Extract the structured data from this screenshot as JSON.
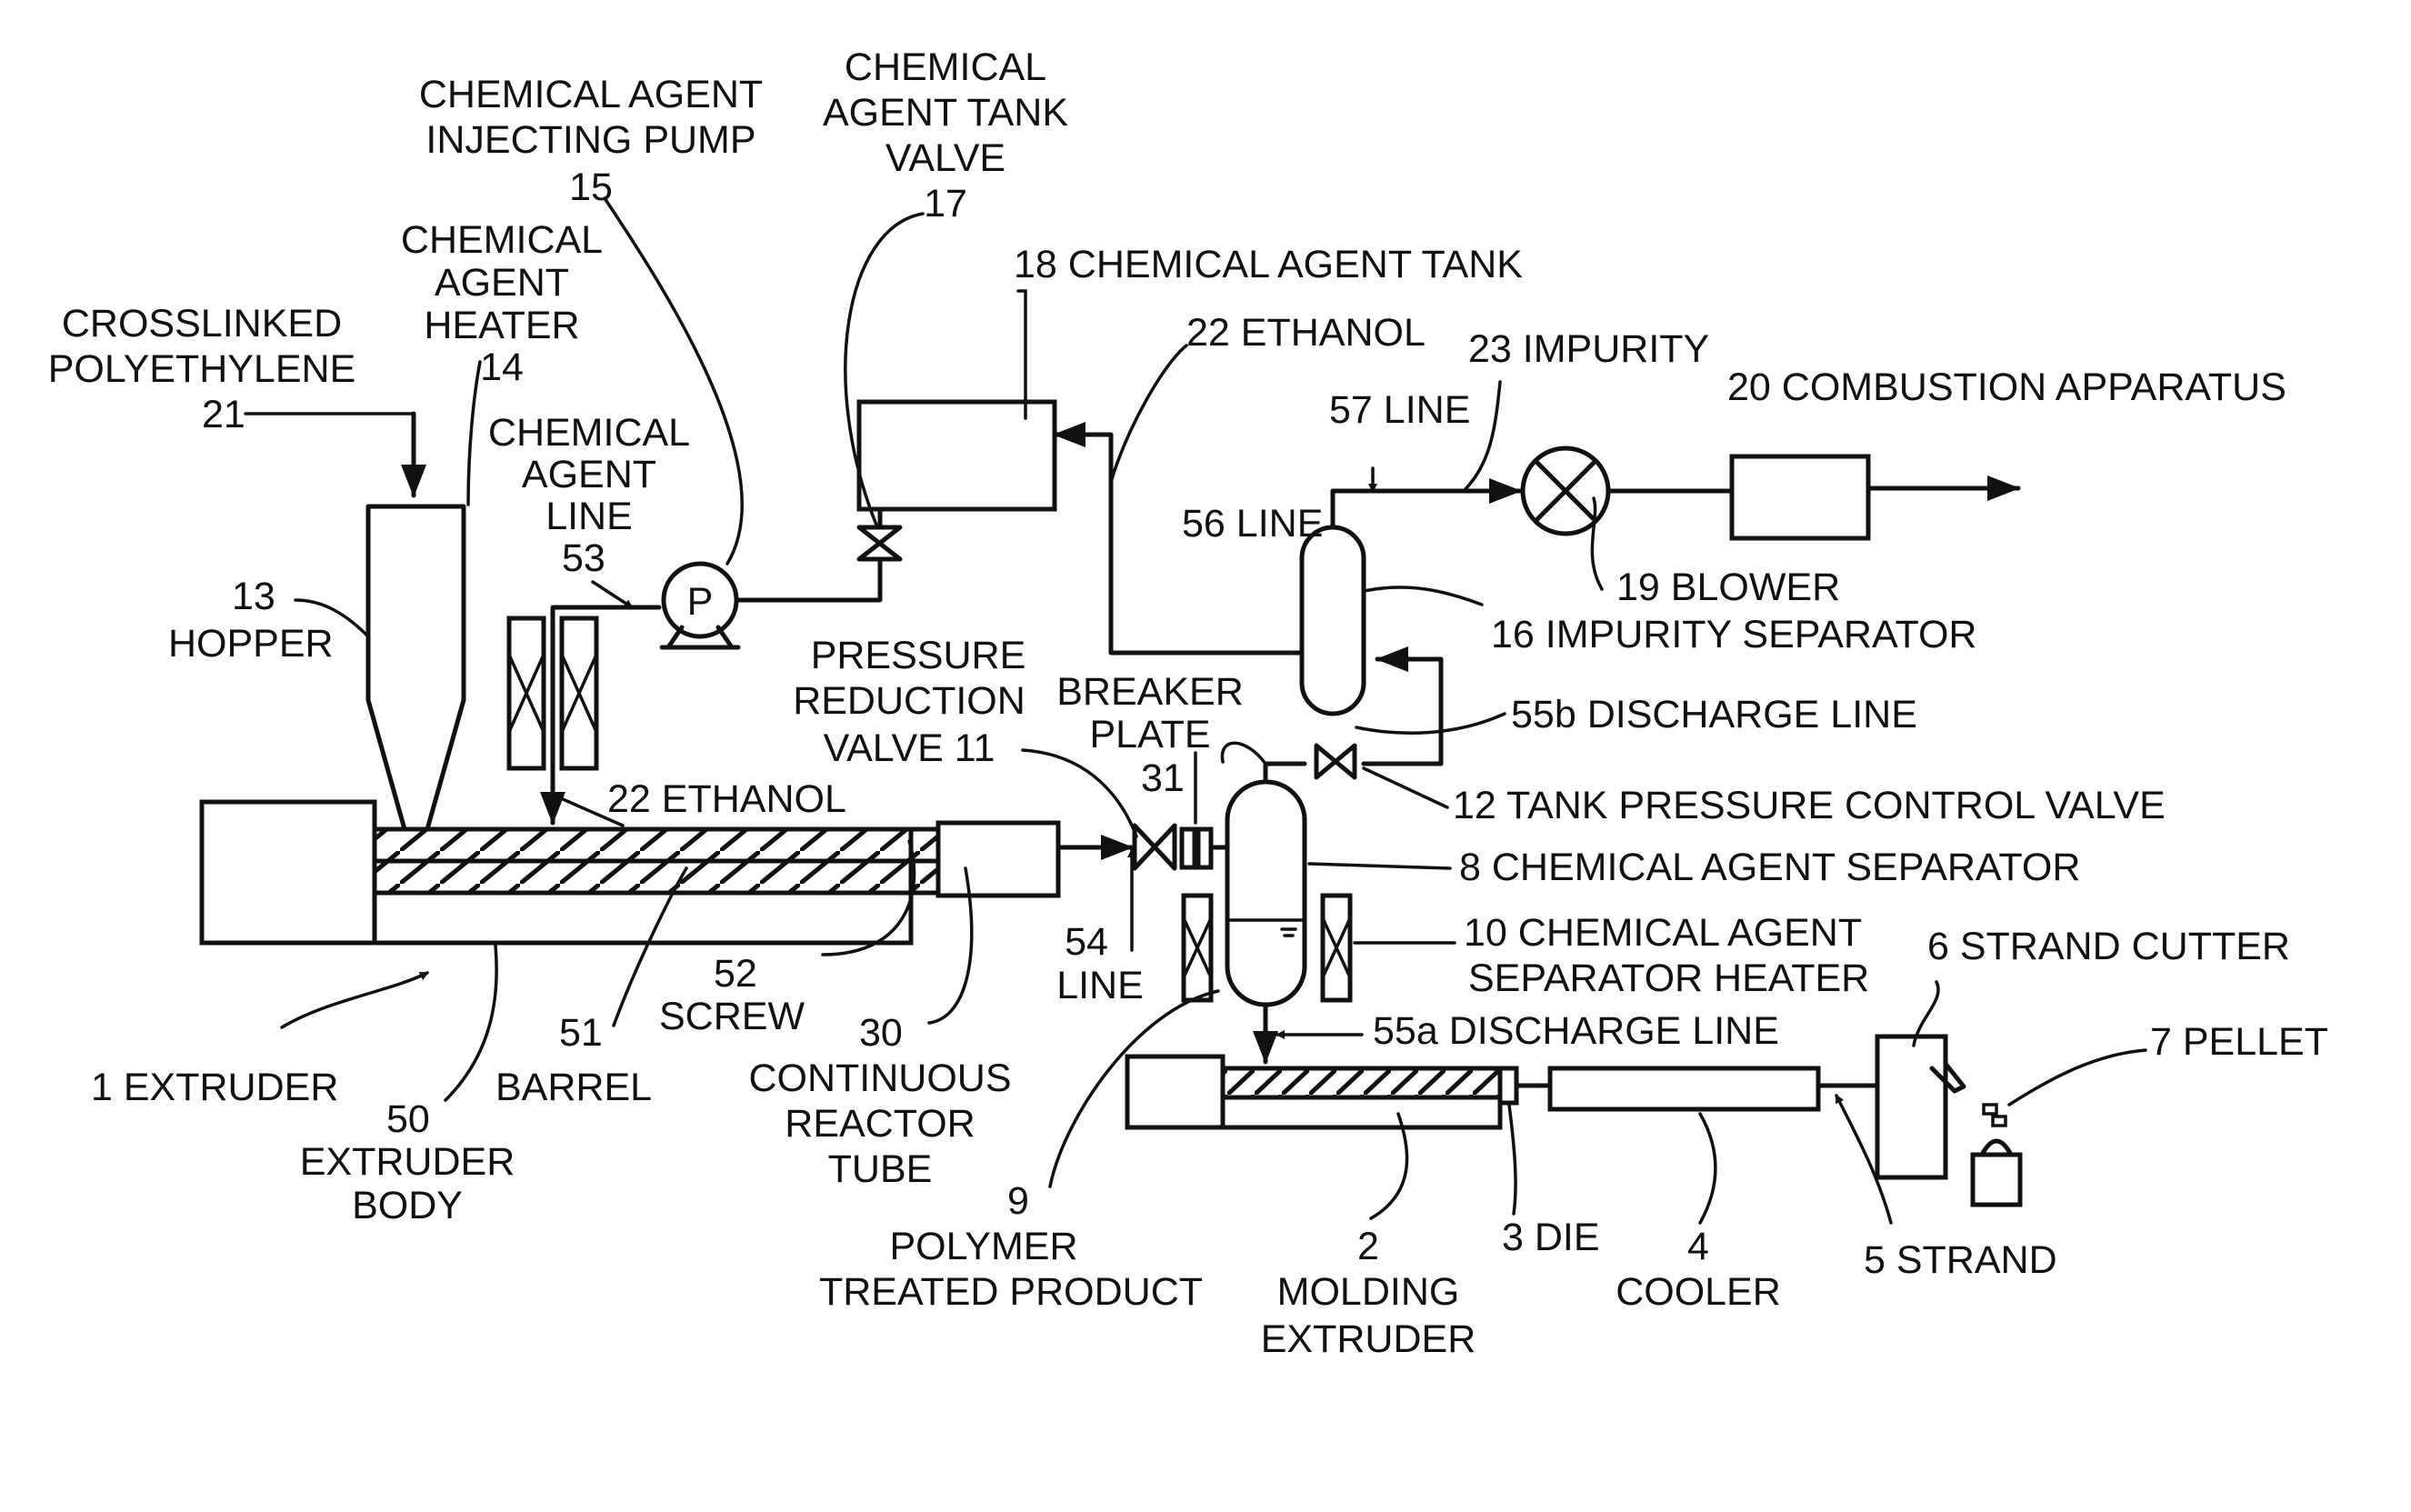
{
  "diagram": {
    "labels": {
      "chem_pump_l1": "CHEMICAL AGENT",
      "chem_pump_l2": "INJECTING PUMP",
      "chem_pump_num": "15",
      "tank_valve_l1": "CHEMICAL",
      "tank_valve_l2": "AGENT TANK",
      "tank_valve_l3": "VALVE",
      "tank_valve_num": "17",
      "chem_tank": "18 CHEMICAL AGENT TANK",
      "heater_l1": "CHEMICAL",
      "heater_l2": "AGENT",
      "heater_l3": "HEATER",
      "heater_num": "14",
      "xlpe_l1": "CROSSLINKED",
      "xlpe_l2": "POLYETHYLENE",
      "xlpe_num": "21",
      "ethanol_top": "22 ETHANOL",
      "impurity": "23 IMPURITY",
      "combustion": "20 COMBUSTION APPARATUS",
      "line57": "57 LINE",
      "chem_line_l1": "CHEMICAL",
      "chem_line_l2": "AGENT",
      "chem_line_l3": "LINE",
      "chem_line_num": "53",
      "pump_symbol": "P",
      "line56": "56 LINE",
      "blower": "19 BLOWER",
      "hopper_num": "13",
      "hopper": "HOPPER",
      "impurity_sep": "16 IMPURITY SEPARATOR",
      "prv_l1": "PRESSURE",
      "prv_l2": "REDUCTION",
      "prv_l3": "VALVE 11",
      "breaker_l1": "BREAKER",
      "breaker_l2": "PLATE",
      "breaker_num": "31",
      "discharge_55b": "55b DISCHARGE LINE",
      "ethanol_low": "22 ETHANOL",
      "tank_pcv": "12 TANK PRESSURE CONTROL VALVE",
      "chem_sep": "8 CHEMICAL AGENT SEPARATOR",
      "sep_heater_l1": "10 CHEMICAL AGENT",
      "sep_heater_l2": "SEPARATOR HEATER",
      "strand_cutter": "6 STRAND CUTTER",
      "line54_num": "54",
      "line54": "LINE",
      "screw_num": "52",
      "screw": "SCREW",
      "discharge_55a": "55a DISCHARGE LINE",
      "pellet": "7 PELLET",
      "extruder": "1 EXTRUDER",
      "barrel_num": "51",
      "barrel": "BARREL",
      "reactor_num": "30",
      "reactor_l1": "CONTINUOUS",
      "reactor_l2": "REACTOR",
      "reactor_l3": "TUBE",
      "body_num": "50",
      "body_l1": "EXTRUDER",
      "body_l2": "BODY",
      "polymer_num": "9",
      "polymer_l1": "POLYMER",
      "polymer_l2": "TREATED PRODUCT",
      "molding_num": "2",
      "molding_l1": "MOLDING",
      "molding_l2": "EXTRUDER",
      "die": "3 DIE",
      "cooler_num": "4",
      "cooler": "COOLER",
      "strand": "5 STRAND"
    }
  }
}
